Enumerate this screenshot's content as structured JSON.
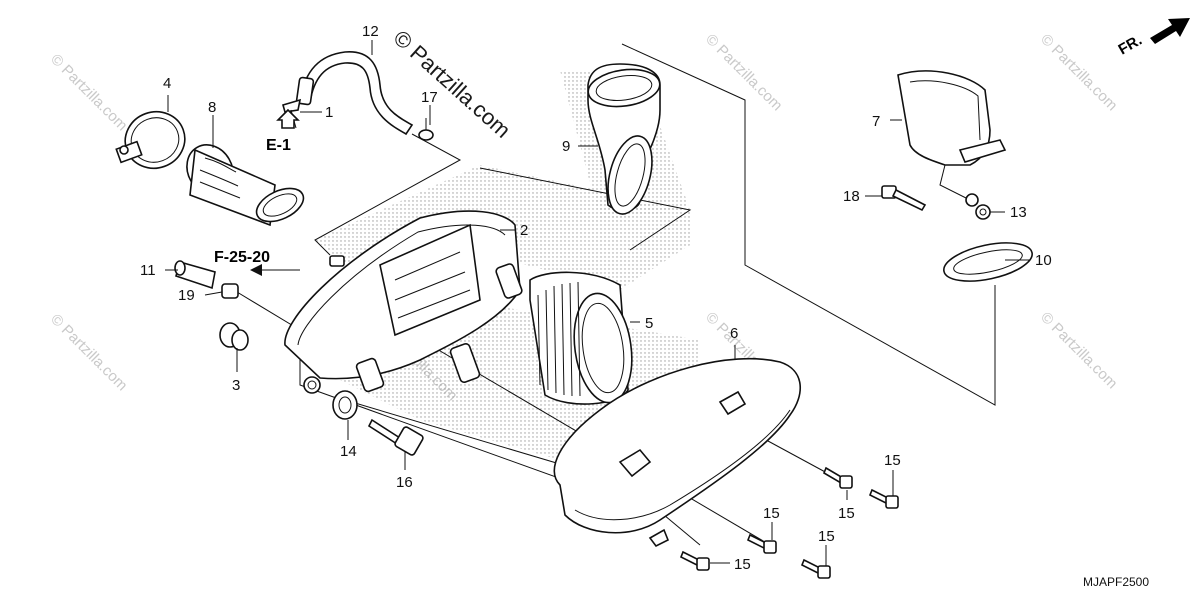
{
  "brand_watermark": "© Partzilla.com",
  "repeat_watermark": "© Partzilla.com",
  "diagram_code": "MJAPF2500",
  "front_indicator": "FR.",
  "references": {
    "e1": "E-1",
    "f2520": "F-25-20"
  },
  "callouts": {
    "c1": "1",
    "c2": "2",
    "c3": "3",
    "c4": "4",
    "c5": "5",
    "c6": "6",
    "c7": "7",
    "c8": "8",
    "c9": "9",
    "c10": "10",
    "c11": "11",
    "c12": "12",
    "c13": "13",
    "c14": "14",
    "c15a": "15",
    "c15b": "15",
    "c15c": "15",
    "c15d": "15",
    "c15e": "15",
    "c16": "16",
    "c17": "17",
    "c18": "18",
    "c19": "19"
  }
}
